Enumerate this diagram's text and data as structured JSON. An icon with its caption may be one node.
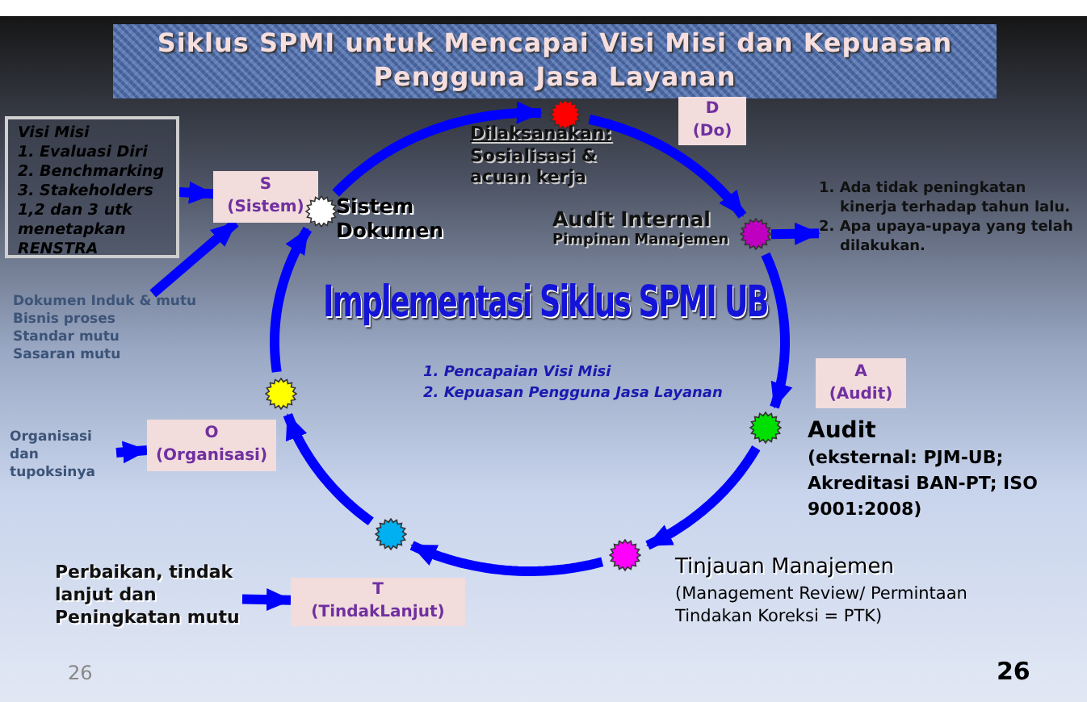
{
  "diagram": {
    "title": "Siklus SPMI untuk Mencapai Visi Misi dan Kepuasan Pengguna Jasa Layanan",
    "nodes": [
      {
        "text": [
          "Visi Misi",
          "1. Evaluasi Diri",
          "2. Benchmarking",
          "3. Stakeholders",
          "1,2 dan 3 utk menetapkan RENSTRA"
        ]
      },
      {
        "text": [
          "S",
          "(Sistem)"
        ]
      },
      {
        "text": [],
        "shape": "star",
        "beside": [
          "Sistem Dokumen"
        ]
      },
      {
        "text": [],
        "shape": "star",
        "beside": [
          "Dilaksanakan:",
          "Sosialisasi & acuan kerja"
        ]
      },
      {
        "text": [
          "D",
          "(Do)"
        ]
      },
      {
        "text": [],
        "shape": "star",
        "beside": [
          "Audit Internal",
          "Pimpinan Manajemen"
        ]
      },
      {
        "text": [
          "1. Ada tidak peningkatan kinerja terhadap tahun lalu.",
          "2. Apa upaya-upaya yang telah dilakukan."
        ]
      },
      {
        "text": [
          "Dokumen Induk & mutu",
          "Bisnis proses",
          "Standar mutu",
          "Sasaran mutu"
        ]
      },
      {
        "text": [
          "A",
          "(Audit)"
        ]
      },
      {
        "text": [],
        "shape": "star"
      },
      {
        "text": [],
        "shape": "star",
        "beside": [
          "Audit",
          "(eksternal: PJM-UB; Akreditasi BAN-PT; ISO 9001:2008)"
        ]
      },
      {
        "text": [
          "O",
          "(Organisasi)"
        ]
      },
      {
        "text": [
          "Organisasi dan tupoksinya"
        ]
      },
      {
        "text": [],
        "shape": "star"
      },
      {
        "text": [],
        "shape": "star",
        "beside": [
          "Tinjauan Manajemen",
          "(Management Review/ Permintaan Tindakan Koreksi = PTK)"
        ]
      },
      {
        "text": [
          "Perbaikan, tindak lanjut dan Peningkatan mutu"
        ]
      },
      {
        "text": [
          "T",
          "(TindakLanjut)"
        ]
      }
    ],
    "edges": [
      {
        "from": 0,
        "to": 1,
        "arrow": "to"
      },
      {
        "from": 7,
        "to": 1,
        "arrow": "to"
      },
      {
        "from": 12,
        "to": 11,
        "arrow": "to"
      },
      {
        "from": 15,
        "to": 16,
        "arrow": "to"
      },
      {
        "from": 5,
        "to": 6,
        "arrow": "to"
      },
      {
        "from": 2,
        "to": 3,
        "arrow": "to"
      },
      {
        "from": 3,
        "to": 5,
        "arrow": "to"
      },
      {
        "from": 5,
        "to": 10,
        "arrow": "to"
      },
      {
        "from": 10,
        "to": 14,
        "arrow": "to"
      },
      {
        "from": 14,
        "to": 13,
        "arrow": "to"
      },
      {
        "from": 13,
        "to": 9,
        "arrow": "to"
      },
      {
        "from": 9,
        "to": 2,
        "arrow": "to"
      }
    ],
    "labels": [
      "Implementasi Siklus SPMI UB",
      "1. Pencapaian Visi Misi",
      "2. Kepuasan Pengguna Jasa Layanan",
      "26",
      "26"
    ]
  }
}
